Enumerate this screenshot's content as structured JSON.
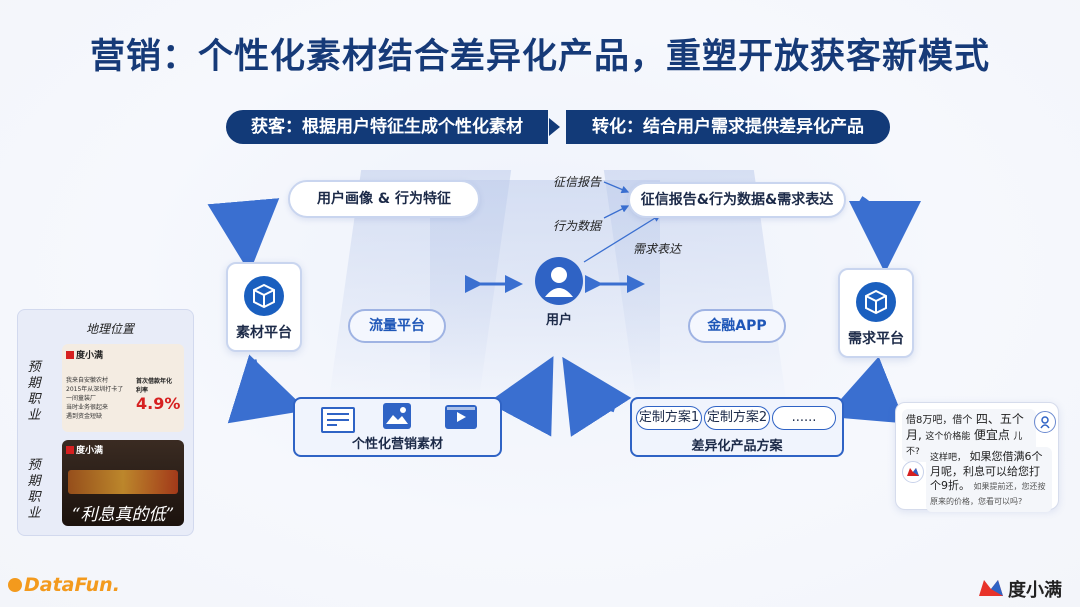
{
  "title": "营销：个性化素材结合差异化产品，重塑开放获客新模式",
  "banner": {
    "left": "获客：根据用户特征生成个性化素材",
    "right": "转化：结合用户需求提供差异化产品"
  },
  "nodes": {
    "user_profile": "用户画像 & 行为特征",
    "credit_report": "征信报告&行为数据&需求表达",
    "material_platform": "素材平台",
    "demand_platform": "需求平台",
    "traffic_platform": "流量平台",
    "finance_app": "金融APP",
    "user": "用户",
    "personal_material": "个性化营销素材",
    "product_plan": "差异化产品方案"
  },
  "edge_labels": {
    "credit": "征信报告",
    "behavior": "行为数据",
    "demand": "需求表达"
  },
  "plans": [
    "定制方案1",
    "定制方案2",
    "......"
  ],
  "ad_panel": {
    "note_location": "地理位置",
    "note_job_1": [
      "预",
      "期",
      "职",
      "业"
    ],
    "note_job_2": [
      "预",
      "期",
      "职",
      "业"
    ],
    "ad1_brand": "度小满",
    "ad1_line1": "我来自安徽农村",
    "ad1_line2": "2015年从深圳打卡了",
    "ad1_line3": "一间童装厂",
    "ad1_line4": "当时业务很起来",
    "ad1_line5": "遇到资金短缺",
    "ad1_rate_label": "首次借款年化利率",
    "ad1_rate": "4.9%",
    "ad2_brand": "度小满",
    "ad2_slogan": "“利息真的低”"
  },
  "chat": {
    "user_msg_1": "借8万吧，借个",
    "user_msg_2": "四、五个",
    "user_msg_3": "月,",
    "user_msg_4": "这个价格能",
    "user_msg_5": "便宜点",
    "user_msg_6": "儿",
    "user_msg_7": "不?",
    "bot_msg_1": "这样吧，",
    "bot_msg_2": "如果您借满6个月呢，利息可以给您打个9折。",
    "bot_msg_3": "如果提前还，您还按原来的价格，您看可以吗?"
  },
  "footer": {
    "left_logo": "DataFun.",
    "right_logo": "度小满"
  },
  "colors": {
    "navy": "#123a78",
    "primary_blue": "#1a5fbf",
    "accent_blue": "#2f63c5",
    "rate_red": "#d62020",
    "footer_orange": "#f39a1d"
  }
}
